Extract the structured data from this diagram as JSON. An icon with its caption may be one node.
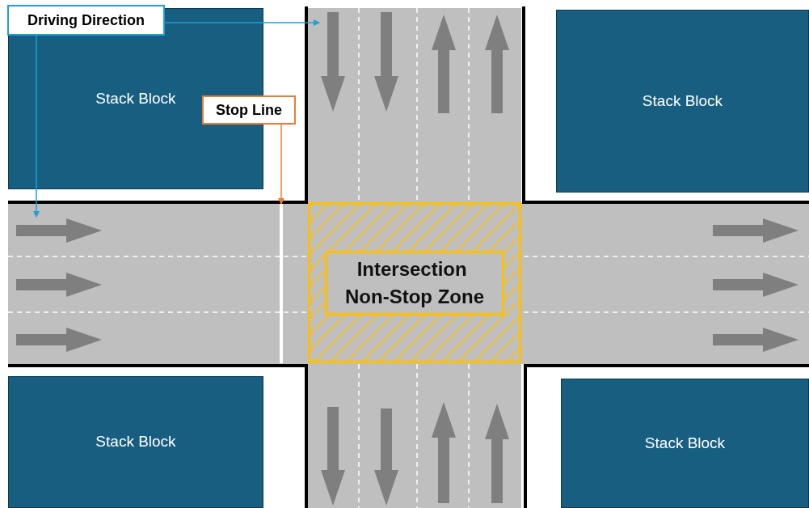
{
  "diagram": {
    "nodes": [
      {
        "text": [
          "Stack Block"
        ]
      },
      {
        "text": [
          "Stack Block"
        ]
      },
      {
        "text": [
          "Stack Block"
        ]
      },
      {
        "text": [
          "Stack Block"
        ]
      },
      {
        "text": [
          "Driving Direction"
        ]
      },
      {
        "text": [
          "Stop Line"
        ]
      },
      {
        "text": [
          "Intersection Non-Stop Zone"
        ]
      },
      {
        "text": [],
        "shape": "bar"
      }
    ],
    "edges": [
      {
        "from": 4,
        "to": null,
        "arrow": "to",
        "color": "#1ba1d6"
      },
      {
        "from": 4,
        "to": null,
        "arrow": "to",
        "color": "#1ba1d6"
      },
      {
        "from": 5,
        "to": 7,
        "arrow": "to",
        "color": "#ed7d31"
      }
    ]
  }
}
